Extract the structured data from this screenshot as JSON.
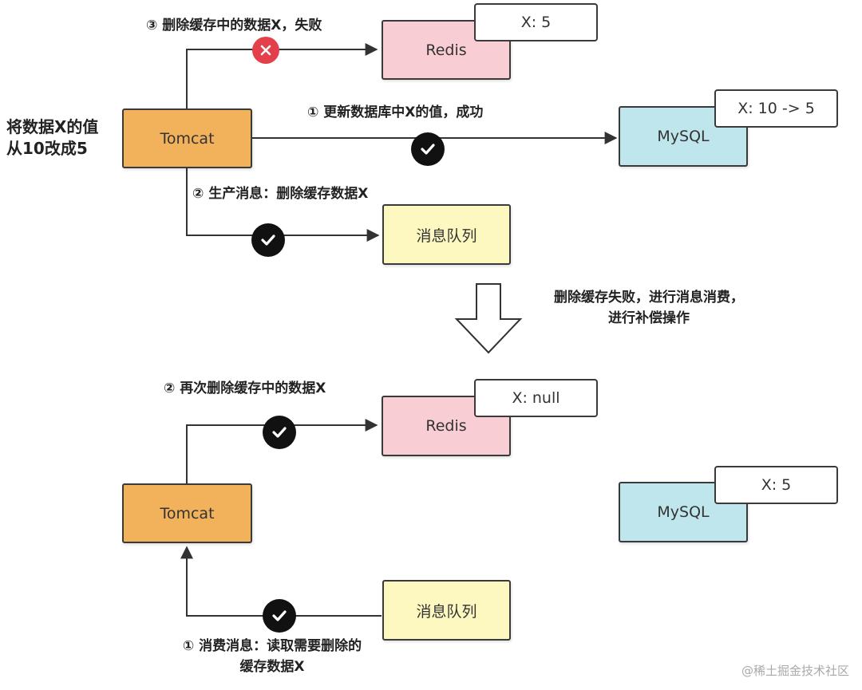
{
  "top": {
    "side_note": "将数据X的值\n从10改成5",
    "tomcat": "Tomcat",
    "redis": "Redis",
    "redis_value": "X: 5",
    "mysql": "MySQL",
    "mysql_value": "X: 10 -> 5",
    "mq": "消息队列",
    "step3": "③ 删除缓存中的数据X，失败",
    "step1": "① 更新数据库中X的值，成功",
    "step2": "② 生产消息：删除缓存数据X"
  },
  "transition": "删除缓存失败，进行消息消费，\n进行补偿操作",
  "bottom": {
    "tomcat": "Tomcat",
    "redis": "Redis",
    "redis_value": "X: null",
    "mysql": "MySQL",
    "mysql_value": "X: 5",
    "mq": "消息队列",
    "step2": "② 再次删除缓存中的数据X",
    "step1": "① 消费消息：读取需要删除的\n缓存数据X"
  },
  "watermark": "@稀土掘金技术社区",
  "colors": {
    "tomcat": "#f2b25c",
    "redis": "#f8cdd3",
    "mysql": "#bfe6ec",
    "mq": "#fdf8c0",
    "fail": "#e4404b"
  }
}
